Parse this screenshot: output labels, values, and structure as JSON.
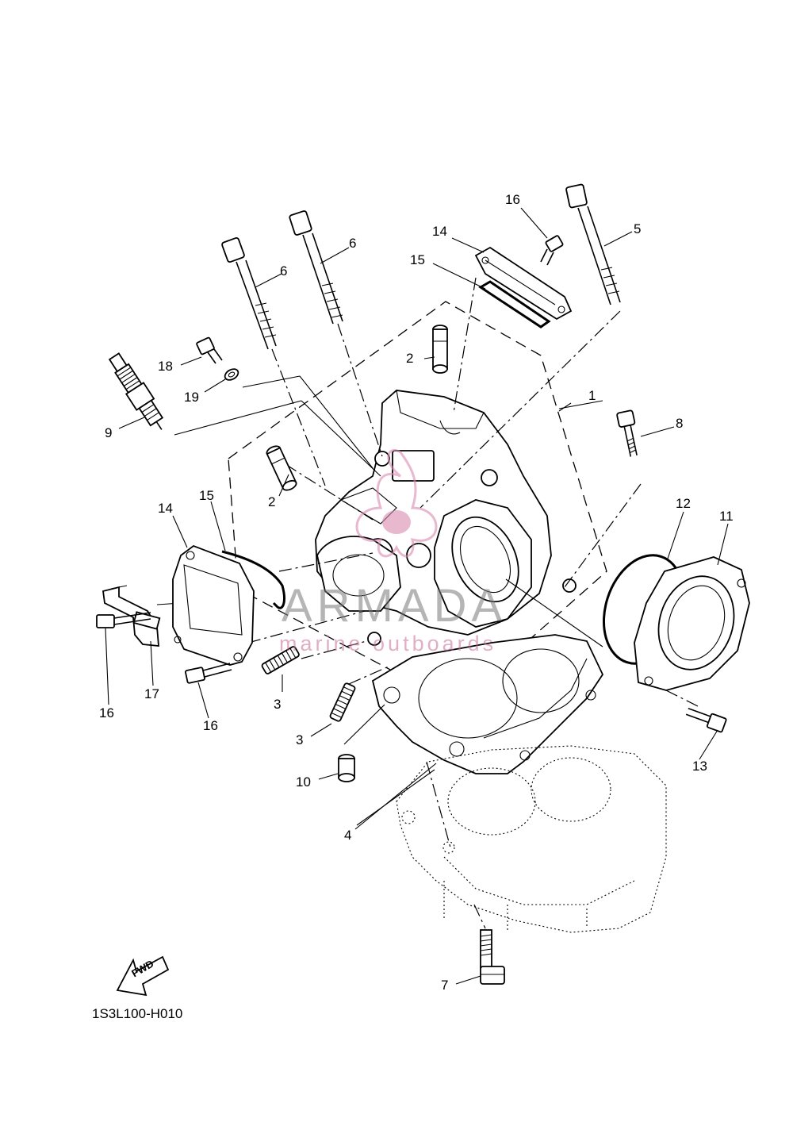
{
  "callouts": [
    {
      "id": "c1",
      "text": "1"
    },
    {
      "id": "c2a",
      "text": "2"
    },
    {
      "id": "c2b",
      "text": "2"
    },
    {
      "id": "c3a",
      "text": "3"
    },
    {
      "id": "c3b",
      "text": "3"
    },
    {
      "id": "c4",
      "text": "4"
    },
    {
      "id": "c5",
      "text": "5"
    },
    {
      "id": "c6a",
      "text": "6"
    },
    {
      "id": "c6b",
      "text": "6"
    },
    {
      "id": "c7",
      "text": "7"
    },
    {
      "id": "c8",
      "text": "8"
    },
    {
      "id": "c9",
      "text": "9"
    },
    {
      "id": "c10",
      "text": "10"
    },
    {
      "id": "c11",
      "text": "11"
    },
    {
      "id": "c12",
      "text": "12"
    },
    {
      "id": "c13",
      "text": "13"
    },
    {
      "id": "c14a",
      "text": "14"
    },
    {
      "id": "c14b",
      "text": "14"
    },
    {
      "id": "c15a",
      "text": "15"
    },
    {
      "id": "c15b",
      "text": "15"
    },
    {
      "id": "c16a",
      "text": "16"
    },
    {
      "id": "c16b",
      "text": "16"
    },
    {
      "id": "c16c",
      "text": "16"
    },
    {
      "id": "c17",
      "text": "17"
    },
    {
      "id": "c18",
      "text": "18"
    },
    {
      "id": "c19",
      "text": "19"
    }
  ],
  "watermark": {
    "brand": "ARMADA",
    "tagline": "marine outboards",
    "color": "#d98ab0"
  },
  "part_number": "1S3L100-H010",
  "fwd_label": "FWD"
}
